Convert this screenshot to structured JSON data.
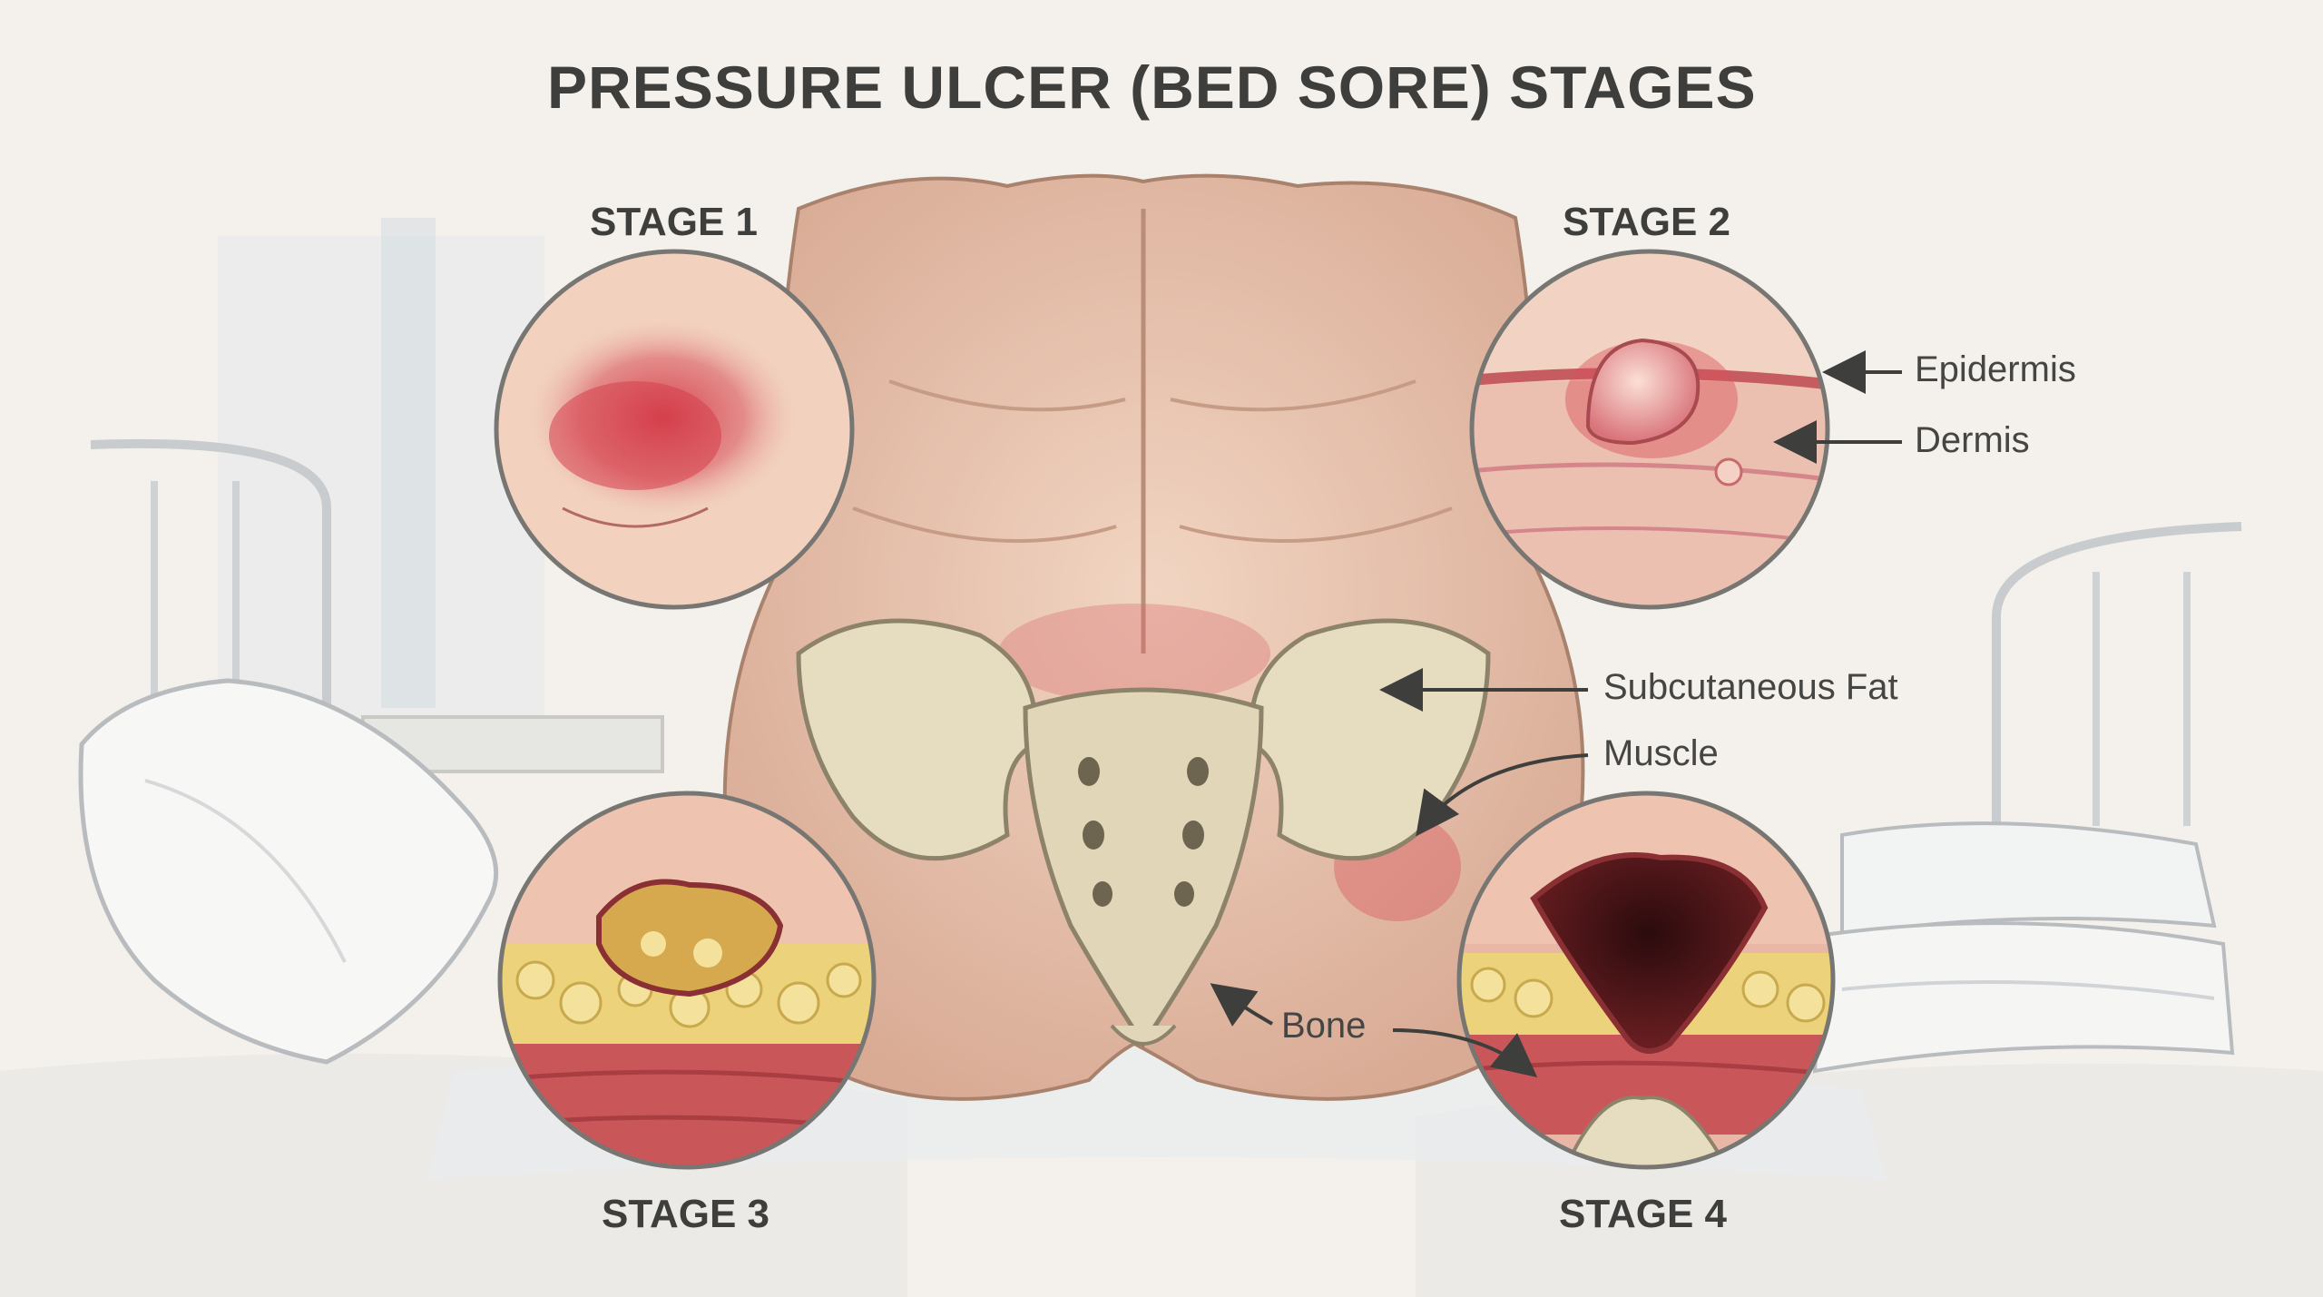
{
  "title": "PRESSURE ULCER (BED SORE) STAGES",
  "stages": [
    {
      "label": "STAGE 1"
    },
    {
      "label": "STAGE 2"
    },
    {
      "label": "STAGE 3"
    },
    {
      "label": "STAGE 4"
    }
  ],
  "labels": {
    "epidermis": "Epidermis",
    "dermis": "Dermis",
    "subcutaneous_fat": "Subcutaneous Fat",
    "muscle": "Muscle",
    "bone": "Bone"
  },
  "colors": {
    "skin": "#ecc9b4",
    "redness": "#d9525a",
    "fat": "#ecd27a",
    "muscle": "#c9575a",
    "bone": "#e6dcc0",
    "wound": "#4a1416",
    "ink": "#3e3e3c"
  }
}
